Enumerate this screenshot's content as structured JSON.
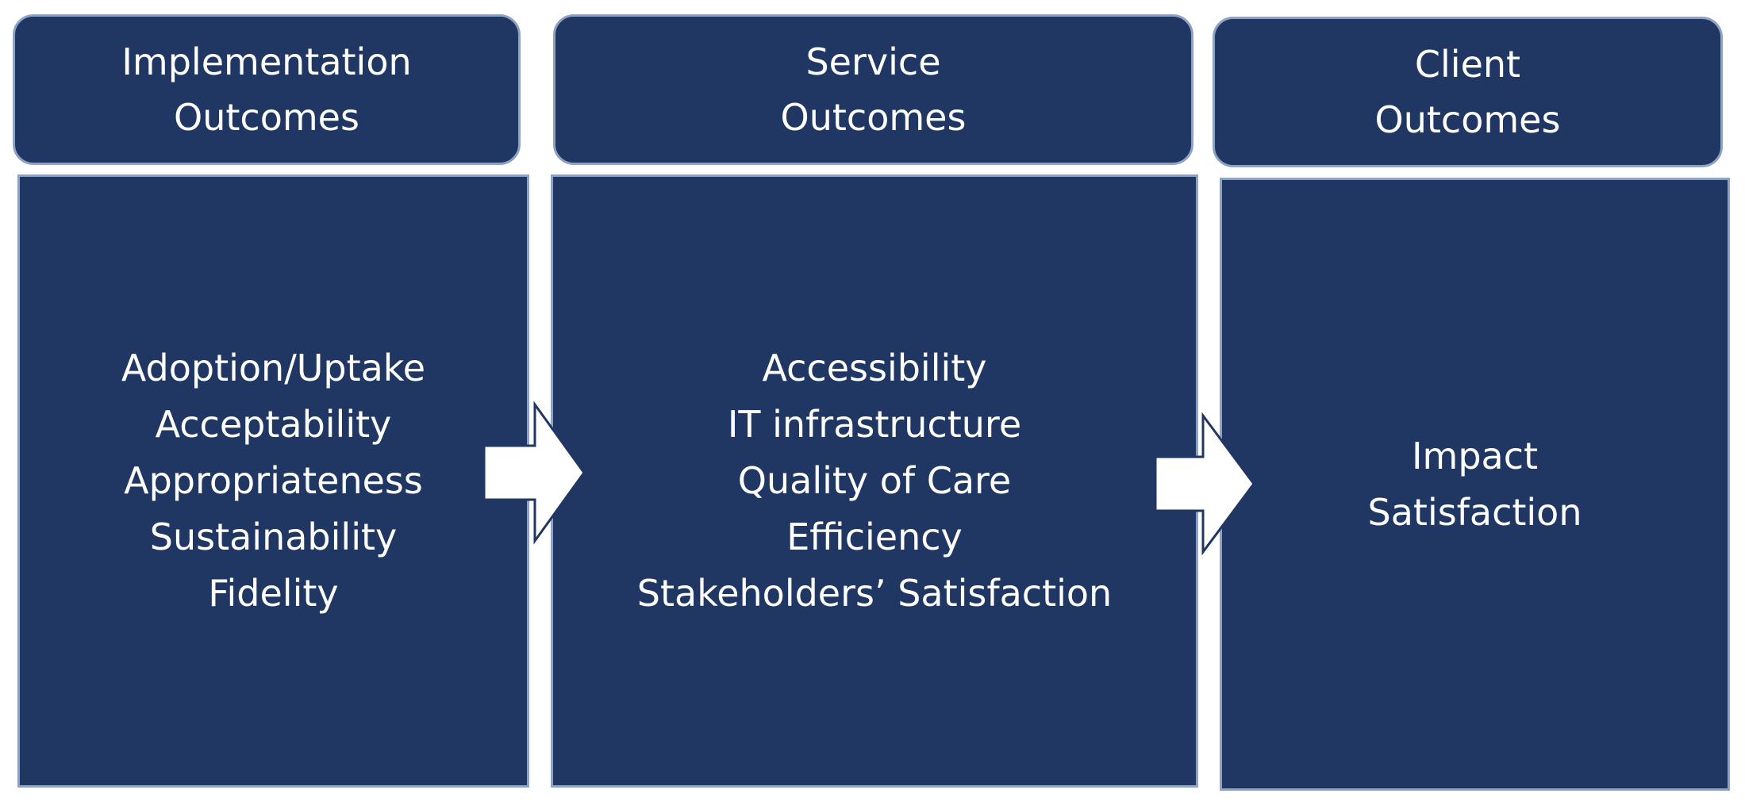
{
  "columns": [
    {
      "header": [
        "Implementation",
        "Outcomes"
      ],
      "items": [
        "Adoption/Uptake",
        "Acceptability",
        "Appropriateness",
        "Sustainability",
        "Fidelity"
      ]
    },
    {
      "header": [
        "Service",
        "Outcomes"
      ],
      "items": [
        "Accessibility",
        "IT infrastructure",
        "Quality of Care",
        "Efficiency",
        "Stakeholders’ Satisfaction"
      ]
    },
    {
      "header": [
        "Client",
        "Outcomes"
      ],
      "items": [
        "Impact",
        "Satisfaction"
      ]
    }
  ],
  "colors": {
    "box_fill": "#213763",
    "box_border": "#8ea2c4",
    "text": "#ffffff",
    "arrow_fill": "#ffffff",
    "arrow_stroke": "#213763"
  }
}
